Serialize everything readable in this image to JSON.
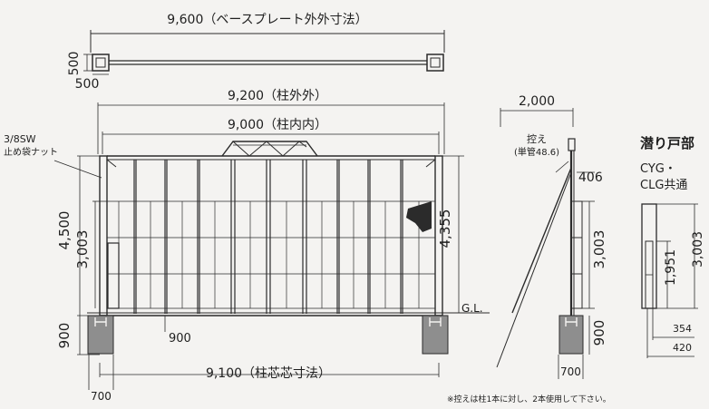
{
  "plan": {
    "overall_base_plate": "9,600（ベースプレート外外寸法）",
    "base_depth": "500",
    "base_width": "500"
  },
  "elevation": {
    "pillar_outside": "9,200（柱外外）",
    "pillar_inside": "9,000（柱内内）",
    "washer_note_line1": "3/8SW",
    "washer_note_line2": "止め袋ナット",
    "total_height": "4,500",
    "panel_height": "3,003",
    "pillar_height": "4,355",
    "foundation_depth": "900",
    "bay_width": "900",
    "pillar_center": "9,100（柱芯芯寸法）",
    "foundation_width": "700",
    "ground_line": "G.L."
  },
  "side": {
    "brace_span": "2,000",
    "brace_label_line1": "控え",
    "brace_label_line2": "(単管48.6)",
    "top_offset": "406",
    "panel_height": "3,003",
    "foundation_depth": "900",
    "foundation_width": "700"
  },
  "wicket": {
    "title": "潜り戸部",
    "subtitle_line1": "CYG・",
    "subtitle_line2": "CLG共通",
    "door_height": "1,951",
    "panel_height": "3,003",
    "dim_354": "354",
    "dim_420": "420"
  },
  "footnote": "※控えは柱1本に対し、2本使用して下さい。",
  "colors": {
    "line": "#2b2b2b",
    "foundation": "#8e8e8e",
    "paper": "#f4f3f1"
  }
}
